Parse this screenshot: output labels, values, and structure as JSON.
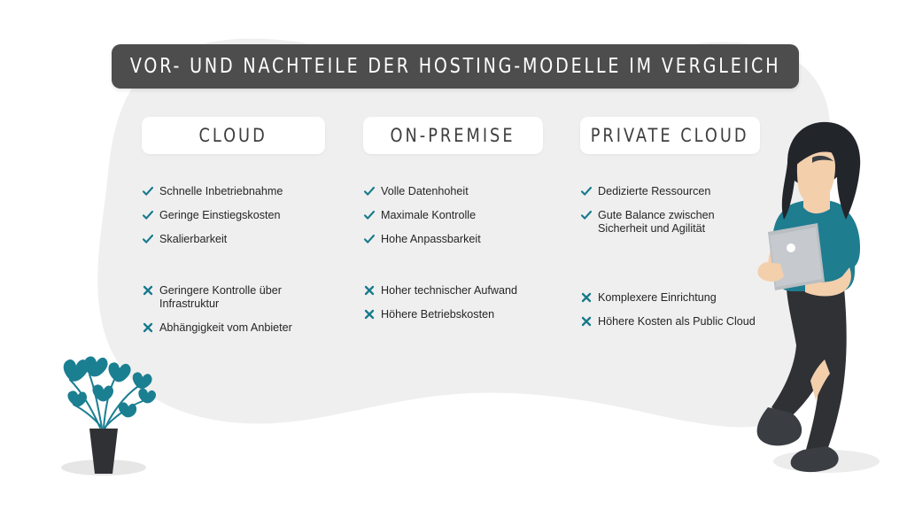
{
  "header": {
    "title": "VOR- UND NACHTEILE DER HOSTING-MODELLE IM VERGLEICH"
  },
  "colors": {
    "accent_teal": "#16798c",
    "title_bar": "#4d4d4d",
    "blob_background": "#efefef",
    "card_white": "#ffffff",
    "body_text": "#262626",
    "shirt_teal": "#1f7d90",
    "hair_dark": "#22252a",
    "trousers_dark": "#2f3135",
    "laptop_grey": "#b9bec2",
    "skin": "#f4cfac"
  },
  "columns": [
    {
      "title": "CLOUD",
      "pros": [
        "Schnelle Inbetriebnahme",
        "Geringe Einstiegskosten",
        "Skalierbarkeit"
      ],
      "cons": [
        "Geringere Kontrolle über Infrastruktur",
        "Abhängigkeit vom Anbieter"
      ]
    },
    {
      "title": "ON-PREMISE",
      "pros": [
        "Volle Datenhoheit",
        "Maximale Kontrolle",
        "Hohe Anpassbarkeit"
      ],
      "cons": [
        "Hoher technischer Aufwand",
        "Höhere Betriebskosten"
      ]
    },
    {
      "title": "PRIVATE CLOUD",
      "pros": [
        "Dedizierte Ressourcen",
        "Gute Balance zwischen Sicherheit und Agilität"
      ],
      "cons": [
        "Komplexere Einrichtung",
        "Höhere Kosten als Public Cloud"
      ]
    }
  ],
  "icons": {
    "pro": "check-icon",
    "con": "cross-icon"
  },
  "illustrations": {
    "person": "woman-holding-laptop-illustration",
    "plant": "potted-plant-illustration"
  }
}
